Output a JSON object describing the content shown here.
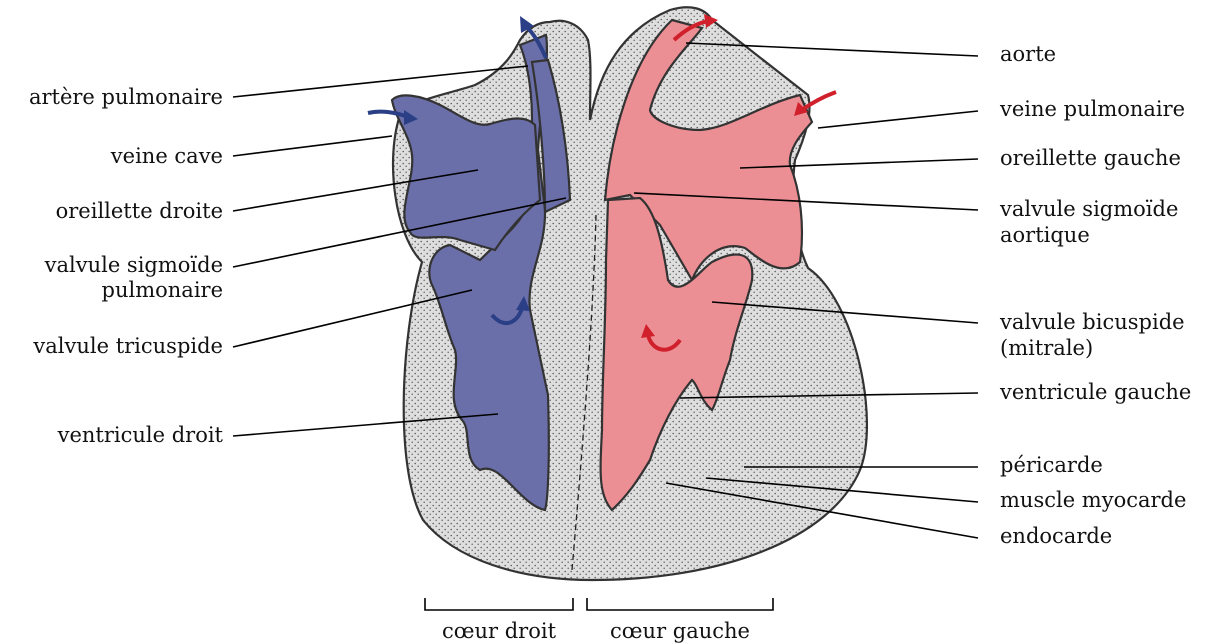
{
  "colors": {
    "deoxygenated": "#6b6fa9",
    "oxygenated": "#ec8f94",
    "muscle": "#dcdcdc",
    "arrow_blue": "#2a3f86",
    "arrow_red": "#d0202c"
  },
  "labels": {
    "left": [
      "artère pulmonaire",
      "veine cave",
      "oreillette droite",
      [
        "valvule sigmoïde",
        "pulmonaire"
      ],
      "valvule tricuspide",
      "ventricule droit"
    ],
    "right": [
      "aorte",
      "veine pulmonaire",
      "oreillette gauche",
      [
        "valvule sigmoïde",
        "aortique"
      ],
      [
        "valvule bicuspide",
        "(mitrale)"
      ],
      "ventricule gauche",
      "péricarde",
      "muscle myocarde",
      "endocarde"
    ]
  },
  "bottom": {
    "right_heart": "cœur droit",
    "left_heart": "cœur gauche"
  }
}
